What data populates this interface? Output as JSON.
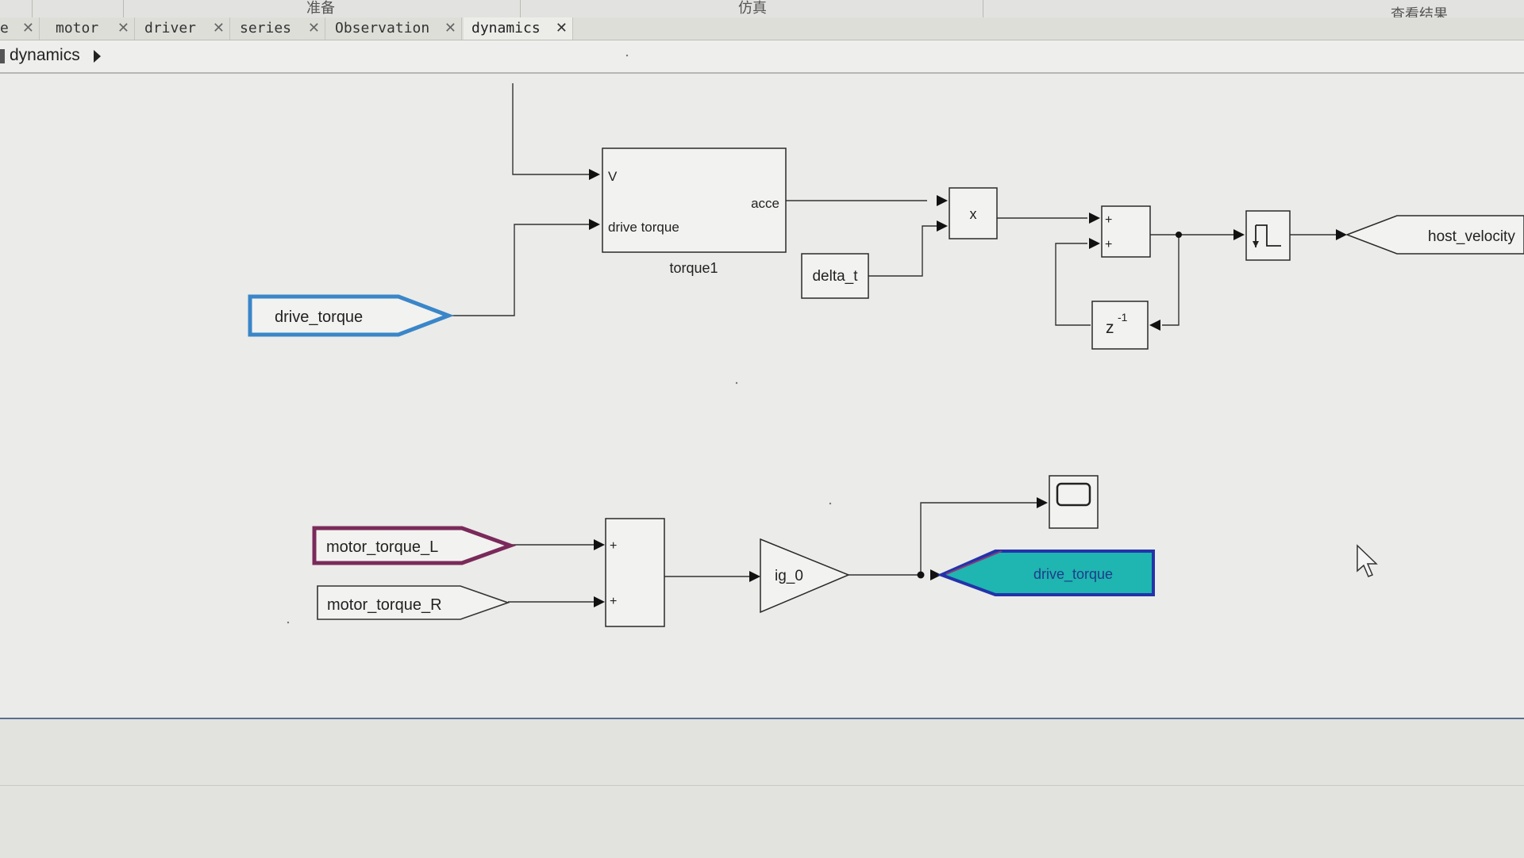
{
  "topbar": {
    "labels": [
      {
        "text": "准备"
      },
      {
        "text": "仿真"
      },
      {
        "text": "查看结果"
      }
    ]
  },
  "tabs": [
    {
      "label": "e"
    },
    {
      "label": "motor"
    },
    {
      "label": "driver"
    },
    {
      "label": "series"
    },
    {
      "label": "Observation"
    },
    {
      "label": "dynamics",
      "active": true
    }
  ],
  "tab_close_glyph": "✕",
  "breadcrumb": {
    "label": "dynamics"
  },
  "diagram": {
    "torque_subsystem": {
      "name": "torque1",
      "in_v": "V",
      "in_drive": "drive torque",
      "out_acce": "acce"
    },
    "from_drive_torque": "drive_torque",
    "delta_t": "delta_t",
    "product": "x",
    "sum1_signs": [
      "+",
      "+"
    ],
    "unit_delay": "z",
    "unit_delay_exp": "-1",
    "goto_host_velocity": "host_velocity",
    "from_motor_L": "motor_torque_L",
    "from_motor_R": "motor_torque_R",
    "sum2_signs": [
      "+",
      "+"
    ],
    "gain": "ig_0",
    "goto_drive_torque": "drive_torque"
  },
  "colors": {
    "from_drive_torque_border": "#3a86c8",
    "motor_L_border": "#7a2a5a",
    "goto_fill": "#1fb5b0",
    "goto_border": "#2233aa",
    "goto_text": "#1e3c8c"
  }
}
